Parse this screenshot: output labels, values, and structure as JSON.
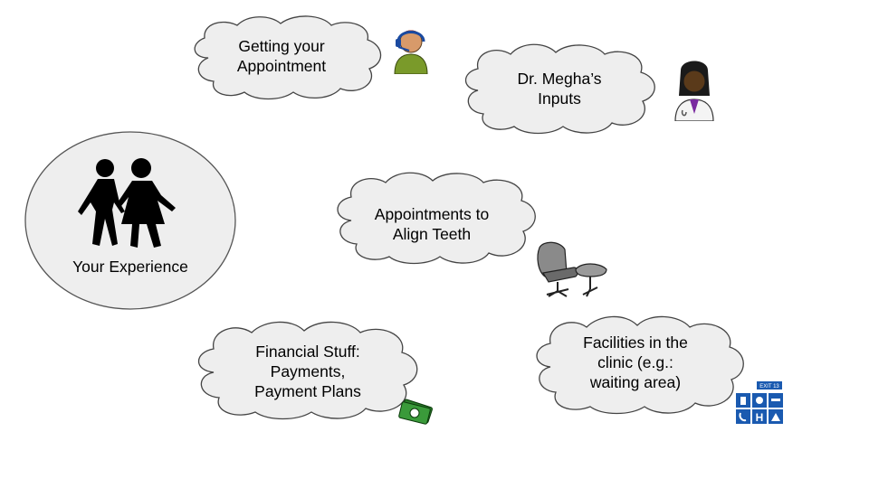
{
  "center": {
    "label": "Your Experience",
    "icon": "children-walking-icon"
  },
  "bubbles": {
    "appointment": {
      "lines": [
        "Getting your",
        "Appointment"
      ],
      "icon": "receptionist-headset-icon"
    },
    "doctor": {
      "lines": [
        "Dr. Megha’s",
        "Inputs"
      ],
      "icon": "doctor-icon"
    },
    "align": {
      "lines": [
        "Appointments to",
        "Align Teeth"
      ],
      "icon": "dental-chair-icon"
    },
    "financial": {
      "lines": [
        "Financial Stuff:",
        "Payments,",
        "Payment Plans"
      ],
      "icon": "money-icon"
    },
    "facilities": {
      "lines": [
        "Facilities in the",
        "clinic (e.g.:",
        "waiting area)"
      ],
      "icon": "facilities-sign-icon"
    }
  },
  "facilities_sign_text": "EXIT 13",
  "colors": {
    "cloud_fill": "#eeeeee",
    "cloud_stroke": "#444444",
    "ellipse_fill": "#eeeeee"
  }
}
